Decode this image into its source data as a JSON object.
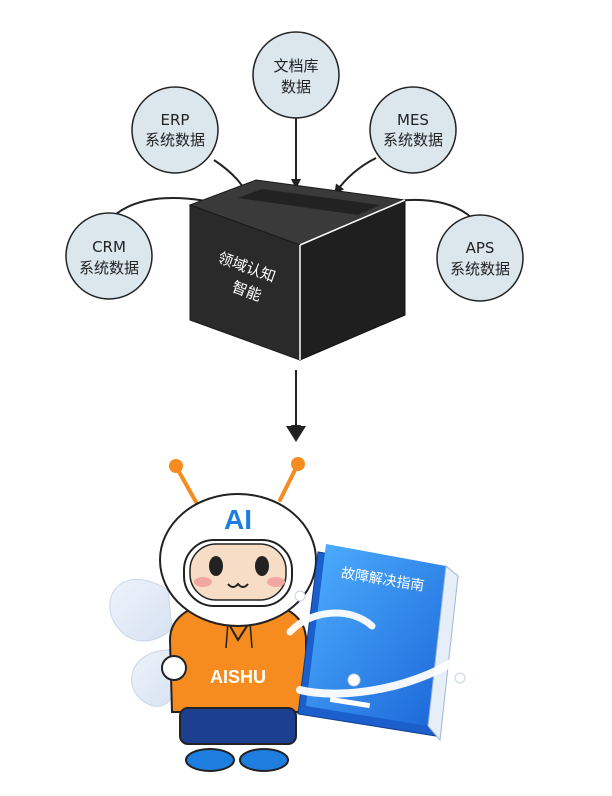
{
  "colors": {
    "node_fill": "#dbe7ed",
    "box_front": "#2b2b2b",
    "box_top": "#3d3d3d",
    "robot_orange": "#f68b1f",
    "robot_blue": "#1e7ee0",
    "book_blue": "#2f86e8"
  },
  "sources": [
    {
      "line1": "ERP",
      "line2": "系统数据"
    },
    {
      "line1": "文档库",
      "line2": "数据"
    },
    {
      "line1": "MES",
      "line2": "系统数据"
    },
    {
      "line1": "CRM",
      "line2": "系统数据"
    },
    {
      "line1": "APS",
      "line2": "系统数据"
    }
  ],
  "box": {
    "line1": "领域认知",
    "line2": "智能"
  },
  "mascot": {
    "helmet_text": "AI",
    "shirt_text": "AISHU"
  },
  "book": {
    "title": "故障解决指南"
  }
}
